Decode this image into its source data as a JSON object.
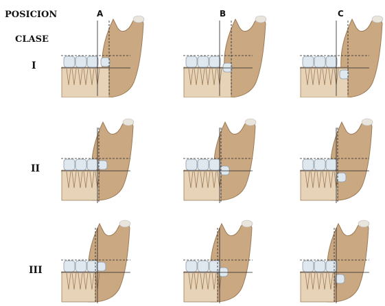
{
  "header": {
    "posicion": "POSICION",
    "clase": "CLASE"
  },
  "columns": [
    {
      "label": "A",
      "position": "A"
    },
    {
      "label": "B",
      "position": "B"
    },
    {
      "label": "C",
      "position": "C"
    }
  ],
  "rows": [
    {
      "label": "I",
      "clase": "I"
    },
    {
      "label": "II",
      "clase": "II"
    },
    {
      "label": "III",
      "clase": "III"
    }
  ],
  "colors": {
    "bone": "#c9a882",
    "bone_dark": "#9c7a55",
    "bone_light": "#e7d3b8",
    "tooth": "#dfe7ef",
    "tooth_edge": "#8e9aa6",
    "line": "#222222",
    "cartilage": "#e9e4dc"
  }
}
